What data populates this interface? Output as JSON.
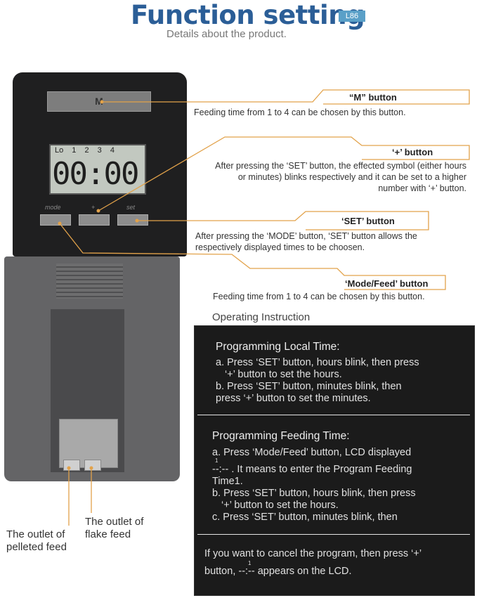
{
  "header": {
    "title": "Function setting",
    "model": "L86",
    "subtitle": "Details about the product."
  },
  "device": {
    "m_plate": "M",
    "lcd_labels": "Lo 1 2 3 4",
    "lcd_digits": "00:00",
    "button_labels": [
      "mode",
      "+",
      "set"
    ]
  },
  "callouts": [
    {
      "label": "“M” button",
      "desc": "Feeding time from 1 to 4 can be chosen by this button."
    },
    {
      "label": "‘+’ button",
      "desc": "After pressing the ‘SET’ button, the effected symbol (either hours or minutes) blinks respectively and it can be set to a higher number with ‘+’ button."
    },
    {
      "label": "‘SET’ button",
      "desc": "After pressing the ‘MODE’ button, ‘SET’ button allows the respectively displayed times to be choosen."
    },
    {
      "label": "‘Mode/Feed’ button",
      "desc": "Feeding time from 1 to 4 can be chosen by this button."
    }
  ],
  "operating": {
    "heading": "Operating Instruction",
    "local": {
      "title": "Programming Local Time:",
      "lines": [
        "a. Press ‘SET’ button, hours blink, then press",
        "‘+’ button to set the hours.",
        "b. Press ‘SET’ button, minutes blink, then",
        "press ‘+’ button to set the minutes."
      ]
    },
    "feeding": {
      "title": "Programming Feeding Time:",
      "lines": [
        "a. Press ‘Mode/Feed’ button, LCD displayed",
        "--:-- . It means to enter the Program Feeding",
        "Time1.",
        "b. Press ‘SET’ button, hours blink, then press",
        "‘+’ button to set the hours.",
        "c. Press ‘SET’ button, minutes blink, then"
      ],
      "superscript": "1"
    },
    "cancel": {
      "lines": [
        "If you want to cancel the program, then press ‘+’",
        "button, --:-- appears on the LCD."
      ],
      "superscript": "1"
    }
  },
  "outlets": {
    "pelleted": [
      "The outlet of",
      "pelleted feed"
    ],
    "flake": [
      "The outlet of",
      "flake feed"
    ]
  },
  "colors": {
    "title": "#2b5e97",
    "callout_line": "#e2a24a",
    "panel": "#1b1b1b"
  }
}
